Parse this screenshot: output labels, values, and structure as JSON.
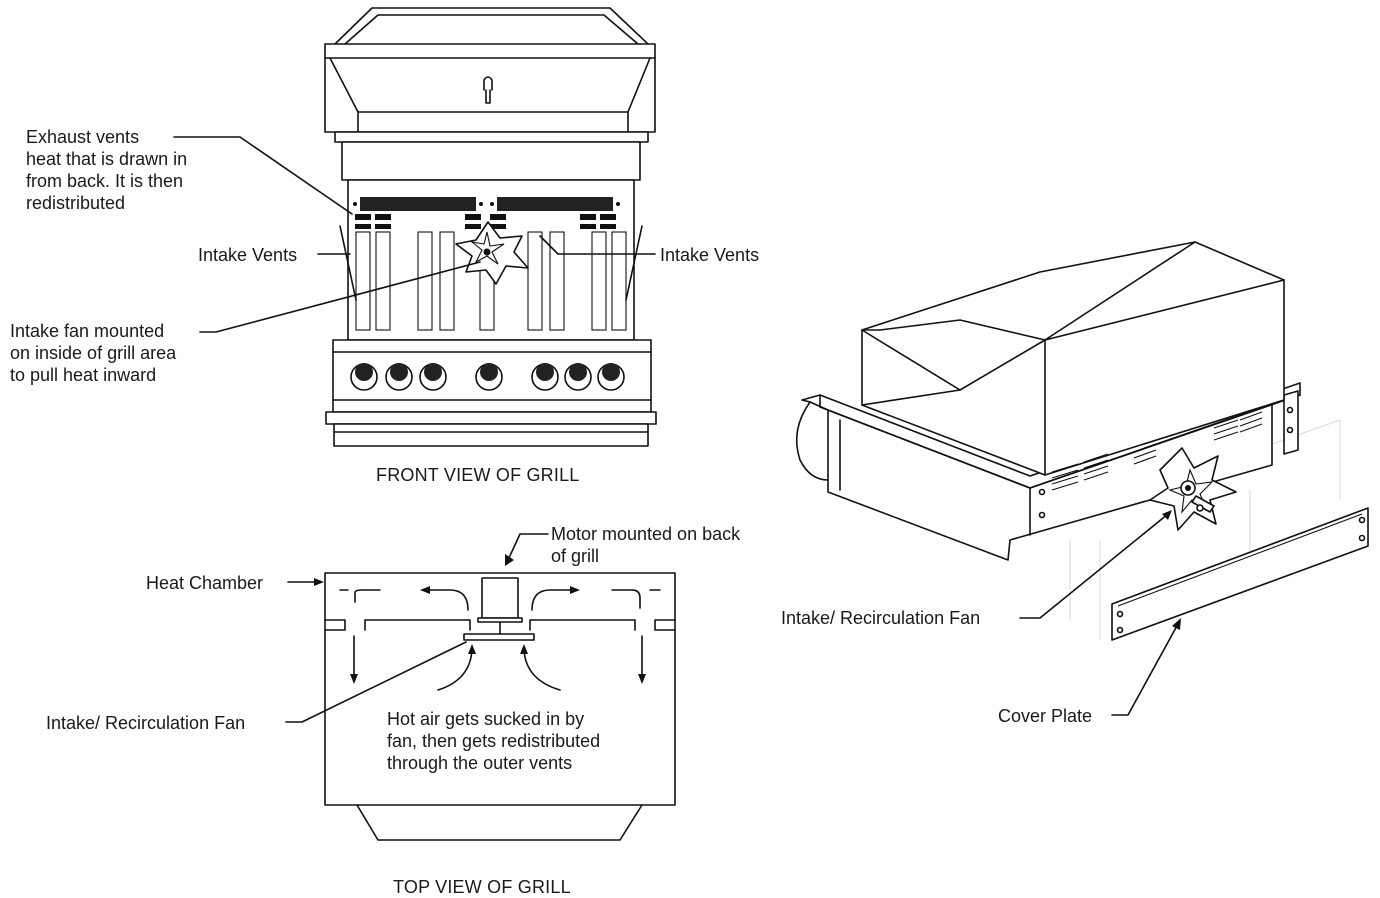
{
  "front_view": {
    "caption": "FRONT VIEW OF GRILL",
    "exhaust_label": [
      "Exhaust vents",
      "heat that is drawn in",
      "from back. It is then",
      "redistributed"
    ],
    "intake_left": "Intake Vents",
    "intake_right": "Intake Vents",
    "fan_label": [
      "Intake fan mounted",
      "on inside of grill area",
      "to pull heat inward"
    ]
  },
  "top_view": {
    "caption": "TOP VIEW OF GRILL",
    "motor_label": [
      "Motor mounted on back",
      "of grill"
    ],
    "heat_chamber": "Heat Chamber",
    "fan_label": "Intake/ Recirculation Fan",
    "hot_air_label": [
      "Hot air gets sucked in by",
      "fan, then gets redistributed",
      "through the outer vents"
    ]
  },
  "iso_view": {
    "fan_label": "Intake/ Recirculation Fan",
    "cover_plate": "Cover Plate"
  },
  "colors": {
    "line": "#111111",
    "text": "#1a1a1a",
    "background": "#ffffff"
  }
}
